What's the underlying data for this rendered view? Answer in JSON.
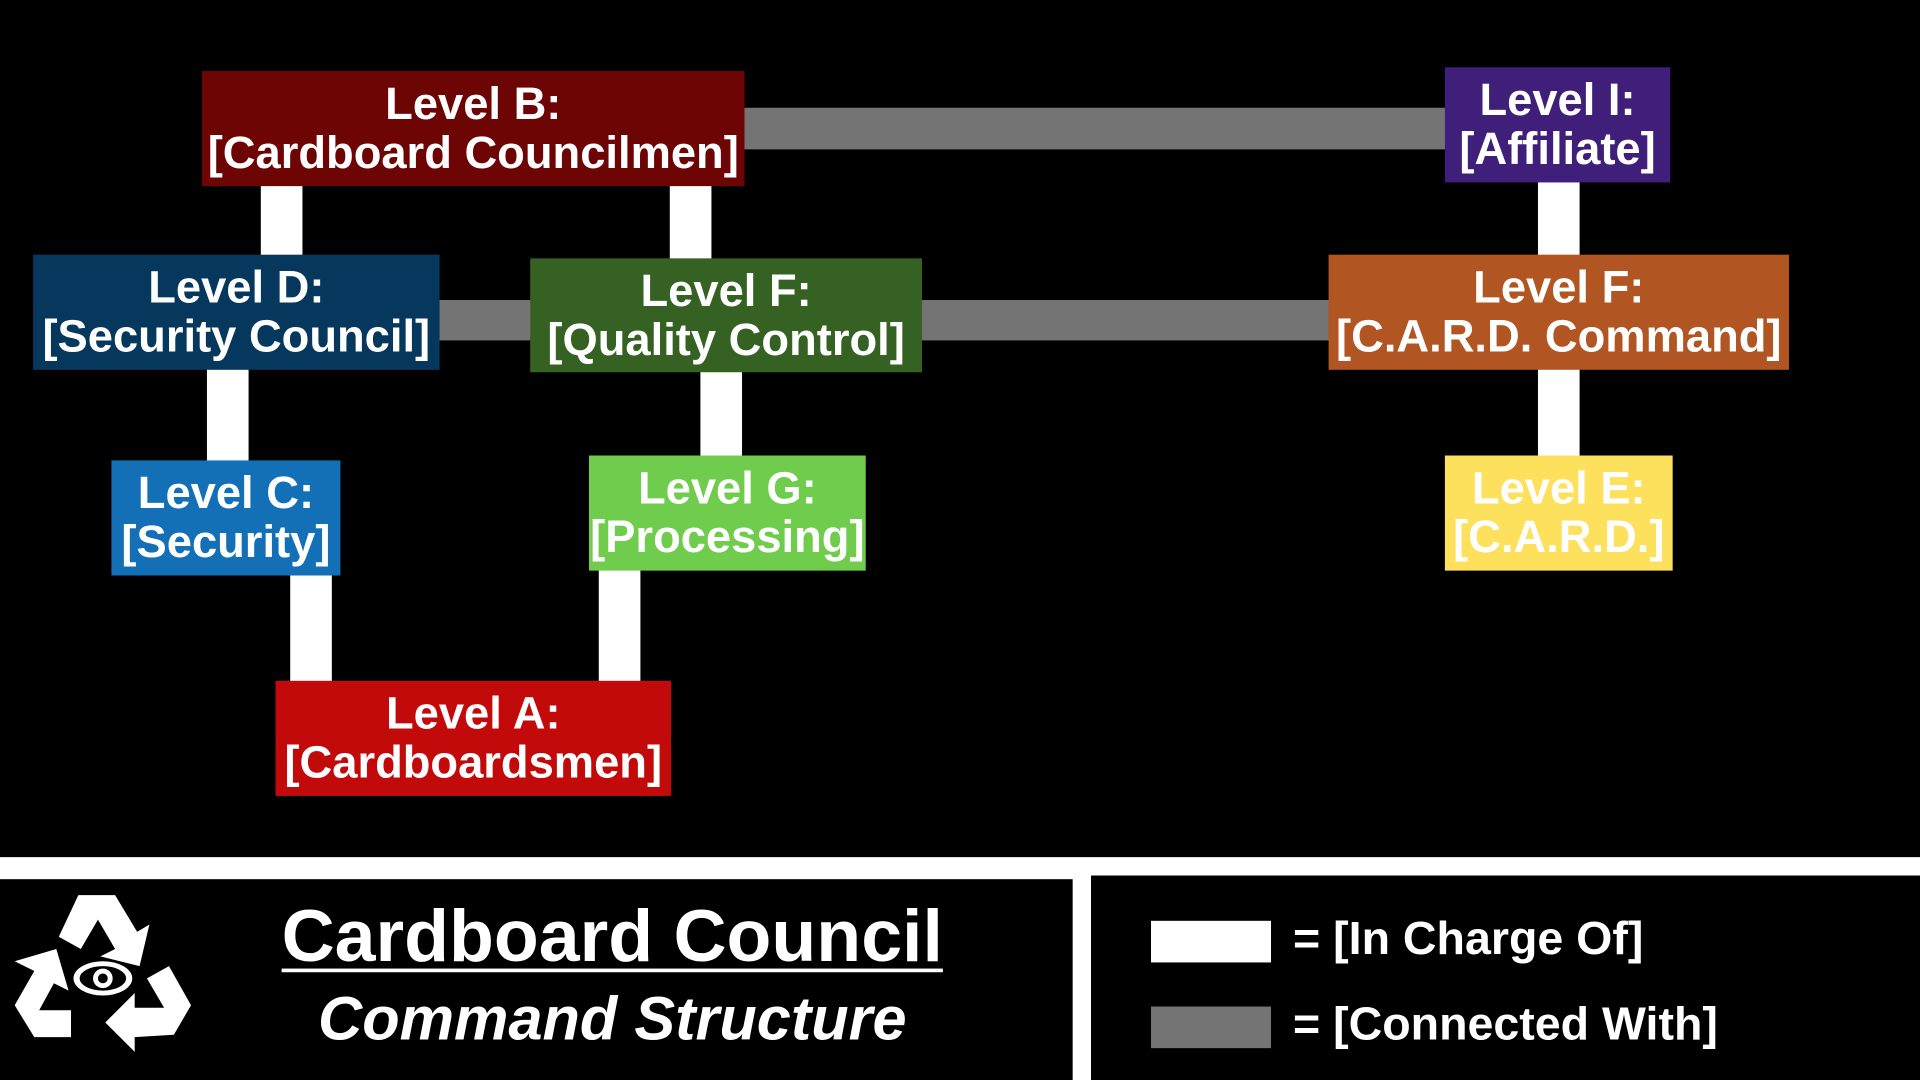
{
  "nodes": {
    "level_b": {
      "title": "Level B:",
      "name": "[Cardboard Councilmen]",
      "color": "#6e0505",
      "text_color": "#ffffff"
    },
    "level_i": {
      "title": "Level I:",
      "name": "[Affiliate]",
      "color": "#3f1f7a",
      "text_color": "#ffffff"
    },
    "level_d": {
      "title": "Level D:",
      "name": "[Security Council]",
      "color": "#06385e",
      "text_color": "#ffffff"
    },
    "level_f_quality": {
      "title": "Level F:",
      "name": "[Quality Control]",
      "color": "#356223",
      "text_color": "#ffffff"
    },
    "level_f_command": {
      "title": "Level F:",
      "name": "[C.A.R.D. Command]",
      "color": "#b15522",
      "text_color": "#ffffff"
    },
    "level_c": {
      "title": "Level C:",
      "name": "[Security]",
      "color": "#1470b6",
      "text_color": "#ffffff"
    },
    "level_g": {
      "title": "Level G:",
      "name": "[Processing]",
      "color": "#6fcc4d",
      "text_color": "#ffffff"
    },
    "level_e": {
      "title": "Level E:",
      "name": "[C.A.R.D.]",
      "color": "#fde05c",
      "text_color": "#ffffff"
    },
    "level_a": {
      "title": "Level A:",
      "name": "[Cardboardsmen]",
      "color": "#c20a0a",
      "text_color": "#ffffff"
    }
  },
  "footer": {
    "title": "Cardboard Council",
    "subtitle": "Command Structure",
    "logo_icon": "recycle-eye-icon"
  },
  "legend": {
    "in_charge_of": {
      "label": "= [In Charge Of]",
      "color": "#ffffff"
    },
    "connected_with": {
      "label": "= [Connected With]",
      "color": "#747474"
    }
  }
}
